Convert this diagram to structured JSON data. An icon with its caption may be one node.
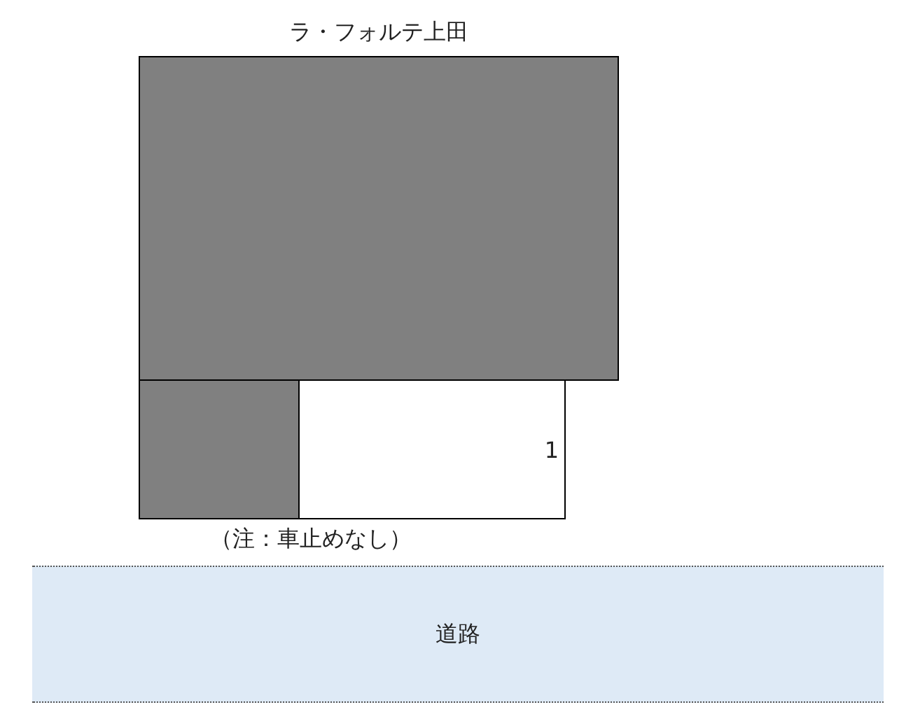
{
  "diagram": {
    "nodes": [
      {
        "text": [
          "ラ・フォルテ上田"
        ]
      },
      {
        "text": [],
        "shape": "box"
      },
      {
        "text": [
          "1"
        ]
      },
      {
        "text": [
          "道路"
        ]
      }
    ],
    "labels": [
      "（注：車止めなし）"
    ]
  }
}
